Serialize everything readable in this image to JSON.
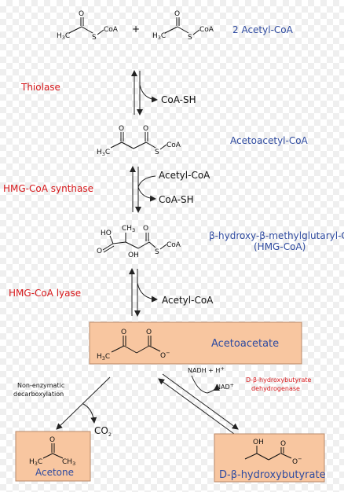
{
  "metabolites": {
    "acetyl_coa": "2 Acetyl-CoA",
    "acetoacetyl_coa": "Acetoacetyl-CoA",
    "hmg_coa_line1": "β-hydroxy-β-methylglutaryl-CoA",
    "hmg_coa_line2": "(HMG-CoA)",
    "acetoacetate": "Acetoacetate",
    "acetone": "Acetone",
    "hydroxybutyrate": "D-β-hydroxybutyrate"
  },
  "enzymes": {
    "thiolase": "Thiolase",
    "hmg_synthase": "HMG-CoA synthase",
    "hmg_lyase": "HMG-CoA lyase",
    "dehydrogenase_line1": "D-β-hydroxybutyrate",
    "dehydrogenase_line2": "dehydrogenase",
    "decarboxylation_line1": "Non-enzymatic",
    "decarboxylation_line2": "decarboxylation"
  },
  "cofactors": {
    "coa_sh_1": "CoA-SH",
    "acetyl_coa_in": "Acetyl-CoA",
    "coa_sh_2": "CoA-SH",
    "acetyl_coa_out": "Acetyl-CoA",
    "co2": "CO",
    "co2_sub": "2",
    "nadh": "NADH + H",
    "nadh_sup": "+",
    "nad": "NAD",
    "nad_sup": "+"
  },
  "atoms": {
    "o": "O",
    "o_minus": "O",
    "minus": "−",
    "s": "S",
    "coa": "CoA",
    "h3c": "H",
    "three": "3",
    "c": "C",
    "plus": "+",
    "ho": "HO",
    "oh": "OH",
    "ch3": "CH",
    "ch3_3": "3"
  },
  "colors": {
    "enzyme": "#d7191c",
    "metabolite": "#2f4ba0",
    "box_fill": "#f8c6a0"
  }
}
